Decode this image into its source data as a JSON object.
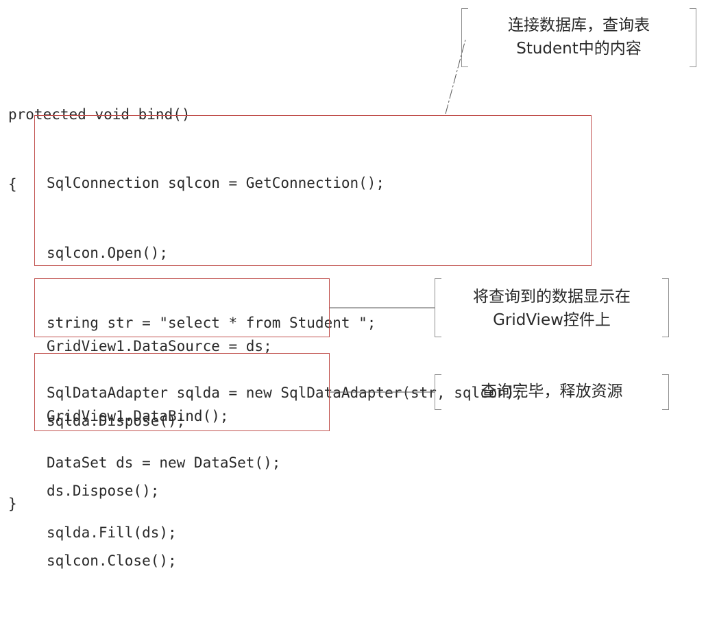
{
  "header": {
    "signature": "protected void bind()",
    "open_brace": "{",
    "close_brace": "}"
  },
  "blocks": {
    "connect": {
      "lines": [
        "SqlConnection sqlcon = GetConnection();",
        "sqlcon.Open();",
        "string str = \"select * from Student \";",
        "SqlDataAdapter sqlda = new SqlDataAdapter(str, sqlcon);",
        "DataSet ds = new DataSet();",
        "sqlda.Fill(ds);"
      ]
    },
    "bind": {
      "lines": [
        "GridView1.DataSource = ds;",
        "GridView1.DataBind();"
      ]
    },
    "dispose": {
      "lines": [
        "sqlda.Dispose();",
        "ds.Dispose();",
        "sqlcon.Close();"
      ]
    }
  },
  "annotations": {
    "connect": [
      "连接数据库，查询表",
      "Student中的内容"
    ],
    "bind": [
      "将查询到的数据显示在",
      "GridView控件上"
    ],
    "dispose": [
      "查询完毕，释放资源"
    ]
  },
  "colors": {
    "box_border": "#c0504d",
    "bracket": "#8c8c8c",
    "text": "#2a2a2a"
  }
}
